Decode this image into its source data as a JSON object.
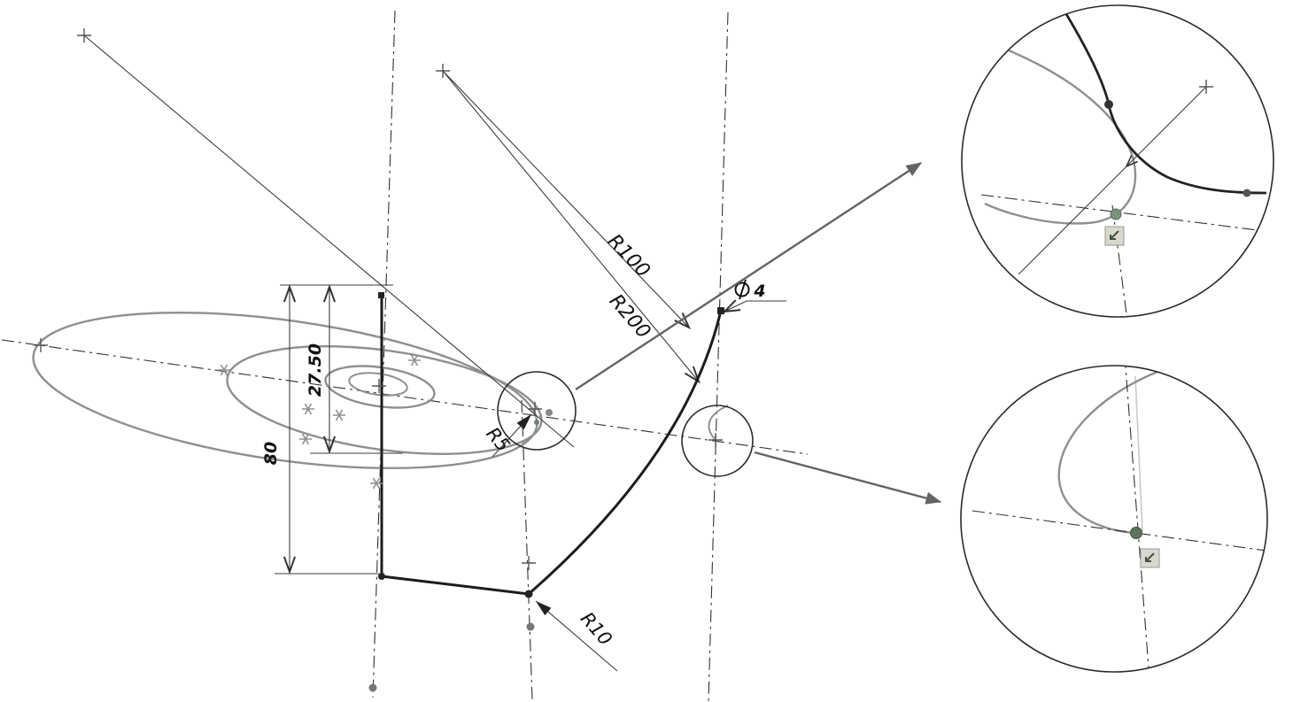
{
  "drawing": {
    "dimension_labels": {
      "r100": "R100",
      "r200": "R200",
      "r5": "R5",
      "r10": "R10",
      "vertical_upper": "27.50",
      "vertical_total": "80",
      "diameter_value": "4"
    },
    "colors": {
      "construction_gray": "#8f8f8f",
      "sketch_dark": "#1c1c1c",
      "centerline": "#333333",
      "callout_arrow": "#646464",
      "point_green": "#6e8270",
      "constraint_badge_fill": "#d8d8cf"
    },
    "icons": {
      "diameter_symbol": "circle-with-slash",
      "constraint_badge": "bent-arrow-badge",
      "ellipse_point_marker": "asterisk",
      "reference_marker": "cross"
    }
  }
}
